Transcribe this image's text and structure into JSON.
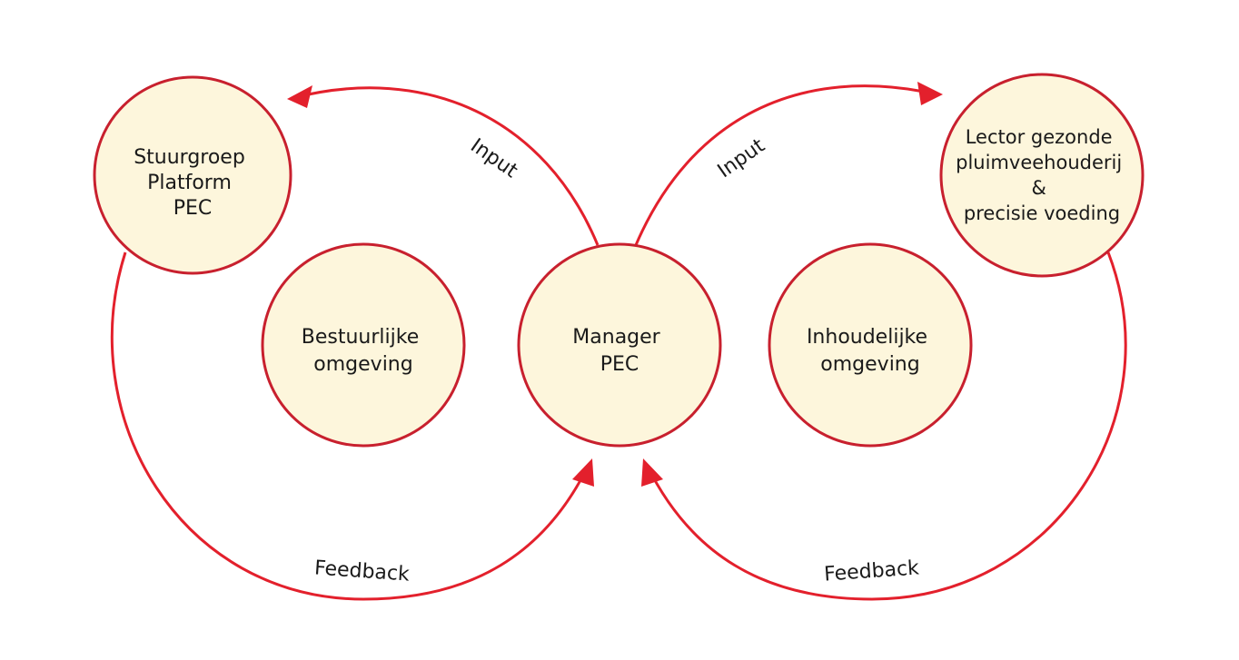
{
  "diagram": {
    "colors": {
      "node_fill": "#fdf6dc",
      "node_stroke": "#c8202e",
      "edge": "#e3202c",
      "text": "#1a1a1a",
      "background": "#ffffff"
    },
    "nodes": {
      "stuurgroep": {
        "lines": [
          "Stuurgroep",
          "Platform",
          "PEC"
        ]
      },
      "bestuurlijke": {
        "lines": [
          "Bestuurlijke",
          "omgeving"
        ]
      },
      "manager": {
        "lines": [
          "Manager",
          "PEC"
        ]
      },
      "inhoudelijke": {
        "lines": [
          "Inhoudelijke",
          "omgeving"
        ]
      },
      "lector": {
        "lines": [
          "Lector gezonde",
          "pluimveehouderij",
          "&",
          "precisie voeding"
        ]
      }
    },
    "edges": {
      "input_left": "Input",
      "input_right": "Input",
      "feedback_left": "Feedback",
      "feedback_right": "Feedback"
    }
  }
}
